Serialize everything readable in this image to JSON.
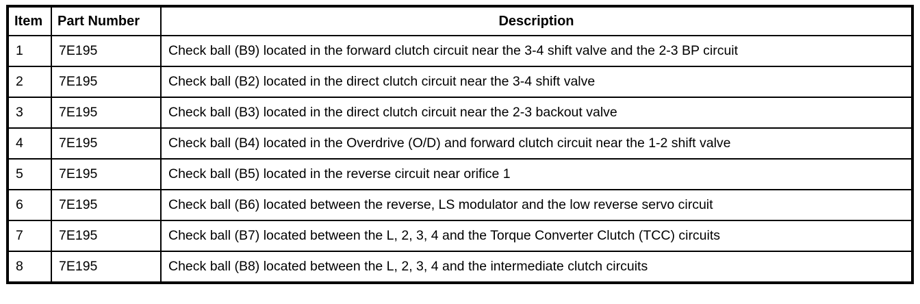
{
  "colors": {
    "border": "#000000",
    "text": "#000000",
    "background": "#ffffff"
  },
  "table": {
    "headers": [
      "Item",
      "Part Number",
      "Description"
    ],
    "rows": [
      {
        "item": "1",
        "part_number": "7E195",
        "description": "Check ball (B9) located in the forward clutch circuit near the 3-4 shift valve and the 2-3 BP circuit"
      },
      {
        "item": "2",
        "part_number": "7E195",
        "description": "Check ball (B2) located in the direct clutch circuit near the 3-4 shift valve"
      },
      {
        "item": "3",
        "part_number": "7E195",
        "description": "Check ball (B3) located in the direct clutch circuit near the 2-3 backout valve"
      },
      {
        "item": "4",
        "part_number": "7E195",
        "description": "Check ball (B4) located in the Overdrive (O/D) and forward clutch circuit near the 1-2 shift valve"
      },
      {
        "item": "5",
        "part_number": "7E195",
        "description": "Check ball (B5) located in the reverse circuit near orifice 1"
      },
      {
        "item": "6",
        "part_number": "7E195",
        "description": "Check ball (B6) located between the reverse, LS modulator and the low reverse servo circuit"
      },
      {
        "item": "7",
        "part_number": "7E195",
        "description": "Check ball (B7) located between the L, 2, 3, 4 and the Torque Converter Clutch (TCC) circuits"
      },
      {
        "item": "8",
        "part_number": "7E195",
        "description": "Check ball (B8) located between the L, 2, 3, 4 and the intermediate clutch circuits"
      }
    ]
  }
}
